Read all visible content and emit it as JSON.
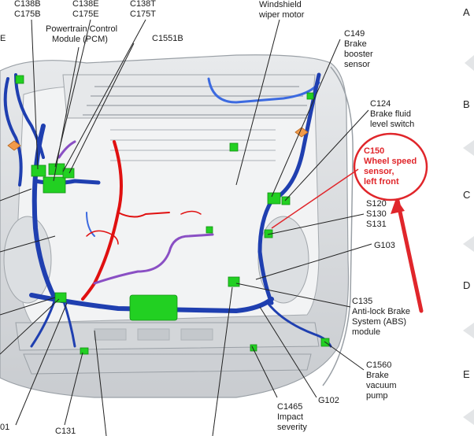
{
  "labels": {
    "c138b": "C138B",
    "c175b": "C175B",
    "c138e": "C138E",
    "c175e": "C175E",
    "c138t": "C138T",
    "c175t": "C175T",
    "e_left": "E",
    "pcm_1": "Powertrain Control",
    "pcm_2": "Module (PCM)",
    "c1551b": "C1551B",
    "wiper_1": "Windshield",
    "wiper_2": "wiper motor",
    "c149_1": "C149",
    "c149_2": "Brake",
    "c149_3": "booster",
    "c149_4": "sensor",
    "c124_1": "C124",
    "c124_2": "Brake fluid",
    "c124_3": "level switch",
    "s120": "S120",
    "s130": "S130",
    "s131": "S131",
    "g103": "G103",
    "c135_1": "C135",
    "c135_2": "Anti-lock Brake",
    "c135_3": "System (ABS)",
    "c135_4": "module",
    "c1560_1": "C1560",
    "c1560_2": "Brake",
    "c1560_3": "vacuum",
    "c1560_4": "pump",
    "g102": "G102",
    "c1465_1": "C1465",
    "c1465_2": "Impact",
    "c1465_3": "severity",
    "c131": "C131",
    "partial_01": "01"
  },
  "callout": {
    "line1": "C150",
    "line2": "Wheel speed",
    "line3": "sensor,",
    "line4": "left front"
  },
  "grid_letters": [
    "A",
    "B",
    "C",
    "D",
    "E"
  ],
  "colors": {
    "harness_blue": "#1f3fb0",
    "wire_red": "#e01010",
    "wire_purple": "#8a4fc4",
    "connector_green": "#22d022",
    "callout_red": "#e0262b",
    "body_gray": "#cfd2d6"
  }
}
